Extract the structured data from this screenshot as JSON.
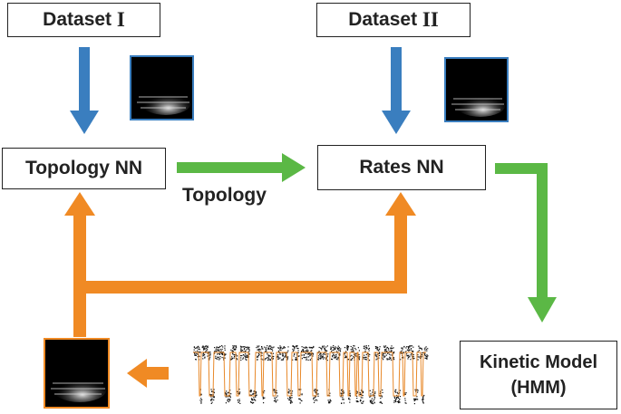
{
  "nodes": {
    "dataset1": {
      "prefix": "Dataset ",
      "numeral": "I"
    },
    "dataset2": {
      "prefix": "Dataset ",
      "numeral": "II"
    },
    "topology_nn": "Topology NN",
    "rates_nn": "Rates NN",
    "kinetic_model": {
      "line1": "Kinetic Model",
      "line2": "(HMM)"
    }
  },
  "edge_labels": {
    "topology": "Topology"
  },
  "colors": {
    "data_arrow": "#3a7ebf",
    "flow_arrow": "#5bb845",
    "feedback_arrow": "#f08a24",
    "thumb_border_blue": "#3a7ebf",
    "thumb_border_orange": "#f08a24",
    "trace_orange": "#e8892a",
    "trace_dots": "#111111",
    "box_border": "#222222"
  },
  "icons": {
    "thumbnail": "histogram-image-icon",
    "trace": "time-trace-icon"
  }
}
